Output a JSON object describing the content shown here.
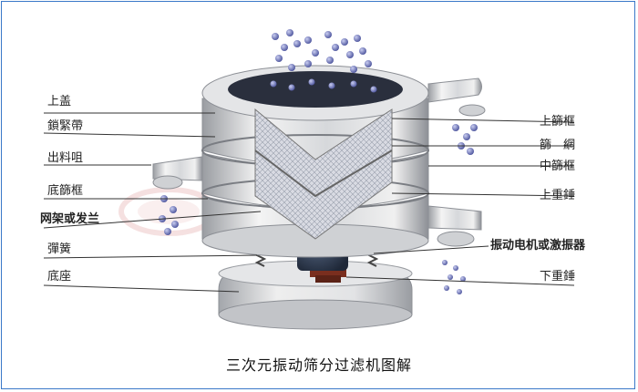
{
  "caption": "三次元振动筛分过滤机图解",
  "labels_left": {
    "top_cover": "上盖",
    "clamp_band": "鎖緊帶",
    "outlet": "出料咀",
    "bottom_frame": "底篩框",
    "mesh_frame": "网架或发兰",
    "spring": "彈簧",
    "base": "底座"
  },
  "labels_right": {
    "upper_frame": "上篩框",
    "screen_mesh": "篩　網",
    "middle_frame": "中篩框",
    "upper_weight": "上重錘",
    "motor": "振动电机或激振器",
    "lower_weight": "下重錘"
  },
  "colors": {
    "frame_border": "#3a78c8",
    "metal_light": "#f2f2f2",
    "metal_mid": "#c9cbcf",
    "metal_dark": "#8a8d93",
    "particle": "#6a73b8",
    "motor": "#2f3e55",
    "weight": "#7a2e1e"
  }
}
